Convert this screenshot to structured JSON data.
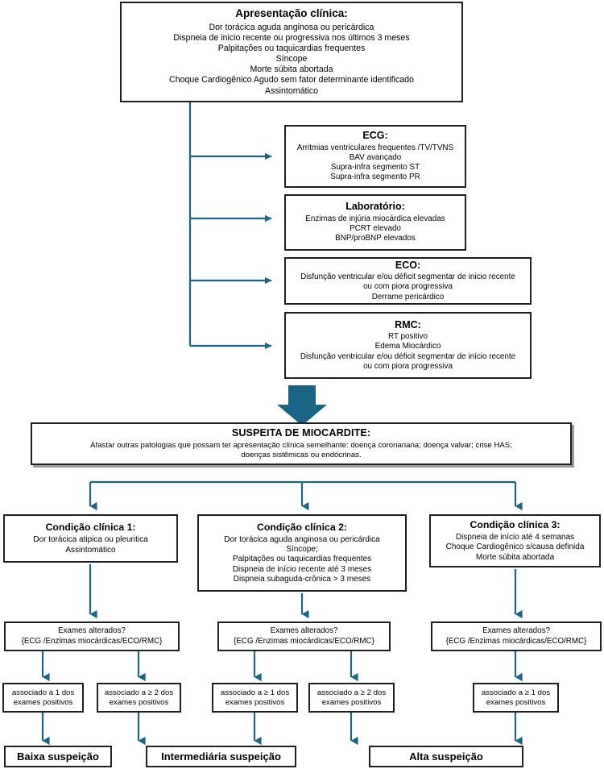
{
  "meta": {
    "accent_color": "#1b6485",
    "border_color": "#231f20",
    "background": "#ffffff"
  },
  "presentation": {
    "title": "Apresentação clínica:",
    "lines": [
      "Dor torácica aguda anginosa ou pericárdica",
      "Dispneia de inicio recente ou progressiva nos últimos 3 meses",
      "Palpitações ou taquicardias frequentes",
      "Síncope",
      "Morte súbita abortada",
      "Choque Cardiogênico Agudo sem fator determinante identificado",
      "Assintomático"
    ]
  },
  "tests": [
    {
      "title": "ECG:",
      "lines": [
        "Arritmias ventriculares frequentes /TV/TVNS",
        "BAV avançado",
        "Supra-infra segmento ST",
        "Supra-infra segmento PR"
      ]
    },
    {
      "title": "Laboratório:",
      "lines": [
        "Enzimas de injúria miocárdica elevadas",
        "PCRT elevado",
        "BNP/proBNP elevados"
      ]
    },
    {
      "title": "ECO:",
      "lines": [
        "Disfunção ventricular e/ou déficit segmentar de inicio recente",
        "ou com piora progressiva",
        "Derrame pericárdico"
      ]
    },
    {
      "title": "RMC:",
      "lines": [
        "RT positivo",
        "Edema Miocárdico",
        "Disfunção ventricular e/ou déficit segmentar de início recente",
        "ou com piora progressiva"
      ]
    }
  ],
  "suspeita": {
    "title": "SUSPEITA DE MIOCARDITE:",
    "lines": [
      "Afastar outras patologias que possam ter apresentação clínica semelhante: doença coronariana; doença valvar; crise HAS;",
      "doenças sistêmicas ou endócrinas."
    ]
  },
  "conditions": [
    {
      "title": "Condição clínica 1:",
      "lines": [
        "Dor torácica atipica ou pleuritica",
        "Assintomático"
      ]
    },
    {
      "title": "Condição clínica 2:",
      "lines": [
        "Dor torácica aguda anginosa ou pericárdica",
        "Síncope;",
        "Palpitações ou taquicardias frequentes",
        "Dispneia de início recente até 3 meses",
        "Dispneia subaguda-crônica > 3 meses"
      ]
    },
    {
      "title": "Condição clínica 3:",
      "lines": [
        "Dispneia de início até 4 semanas",
        "Choque Cardiogênico s/causa definida",
        "Morte súbita abortada"
      ]
    }
  ],
  "exams": [
    {
      "lines": [
        "Exames alterados?",
        "{ECG /Enzimas miocárdicas/ECO/RMC}"
      ]
    },
    {
      "lines": [
        "Exames alterados?",
        "{ECG /Enzimas miocárdicas/ECO/RMC}"
      ]
    },
    {
      "lines": [
        "Exames alterados?",
        "{ECG /Enzimas miocárdicas/ECO/RMC}"
      ]
    }
  ],
  "associations": [
    {
      "lines": [
        "associado a 1 dos",
        "exames positivos"
      ]
    },
    {
      "lines": [
        "associado a ≥ 2 dos",
        "exames positivos"
      ]
    },
    {
      "lines": [
        "associado a ≥ 1 dos",
        "exames positivos"
      ]
    },
    {
      "lines": [
        "associado a ≥ 2 dos",
        "exames positivos"
      ]
    },
    {
      "lines": [
        "associado a ≥ 1 dos",
        "exames positivos"
      ]
    }
  ],
  "outcomes": [
    {
      "label": "Baixa suspeição"
    },
    {
      "label": "Intermediária suspeição"
    },
    {
      "label": "Alta suspeição"
    }
  ]
}
